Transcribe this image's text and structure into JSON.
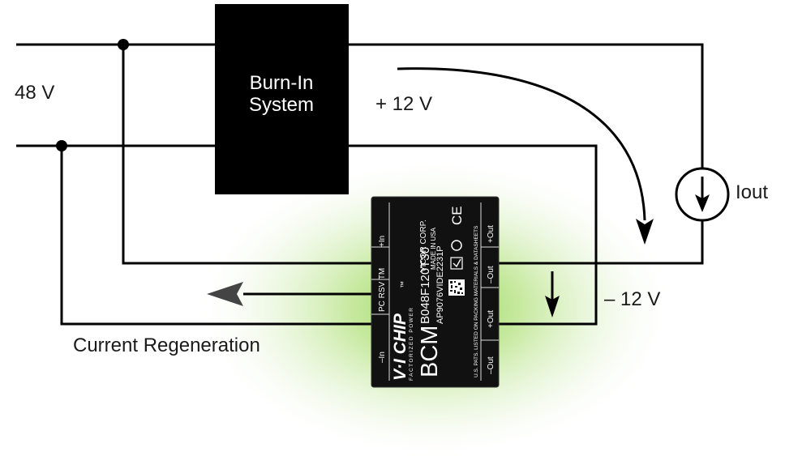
{
  "labels": {
    "input_voltage": "48 V",
    "output_positive": "+ 12 V",
    "output_negative": "– 12 V",
    "output_current": "Iout",
    "regeneration": "Current Regeneration"
  },
  "burn_in": {
    "line1": "Burn-In",
    "line2": "System"
  },
  "chip": {
    "brand": "V·I CHIP",
    "tm": "™",
    "sub": "FACTORIZED POWER",
    "model_family": "BCM",
    "part_number": "B048F120T30",
    "lot_code": "AP9076VIDE2231P",
    "maker": "VICOR CORP.",
    "origin": "MADE IN USA",
    "ce": "CE",
    "patents": "U.S. PATS. LISTED ON PACKING MATERIALS & DATASHEETS",
    "pin_left_top": "+In",
    "pin_left_mid": "PC RSV TM",
    "pin_left_bot": "–In",
    "pin_right_1": "+Out",
    "pin_right_2": "–Out",
    "pin_right_3": "+Out",
    "pin_right_4": "–Out"
  },
  "colors": {
    "wire": "#000000",
    "block": "#000000",
    "glow": "#8fd14a",
    "text": "#1a1a1a"
  }
}
